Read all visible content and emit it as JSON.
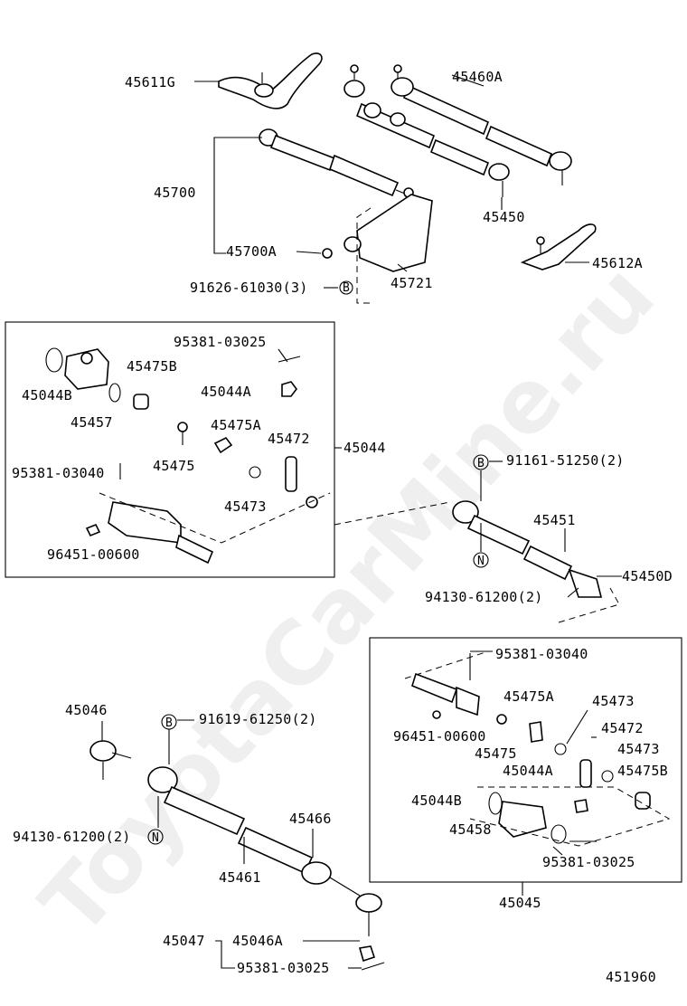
{
  "watermark": "ToyotaCarMine.ru",
  "diagram_id": "451960",
  "markers": {
    "b": "B",
    "n": "N"
  },
  "labels": {
    "p45611G": "45611G",
    "p45460A": "45460A",
    "p45700": "45700",
    "p45450": "45450",
    "p45700A": "45700A",
    "p45612A": "45612A",
    "p91626": "91626-61030(3)",
    "p45721": "45721",
    "p95381_03025_a": "95381-03025",
    "p45475B_a": "45475B",
    "p45044B_a": "45044B",
    "p45044A_a": "45044A",
    "p45457": "45457",
    "p45475A_a": "45475A",
    "p45472_a": "45472",
    "p45044": "45044",
    "p95381_03040_a": "95381-03040",
    "p45475_a": "45475",
    "p45473_a": "45473",
    "p96451_a": "96451-00600",
    "p91161": "91161-51250(2)",
    "p45451": "45451",
    "p45450D": "45450D",
    "p94130_a": "94130-61200(2)",
    "p95381_03040_b": "95381-03040",
    "p45046": "45046",
    "p91619": "91619-61250(2)",
    "p45475A_b": "45475A",
    "p45473_b": "45473",
    "p96451_b": "96451-00600",
    "p45472_b": "45472",
    "p45475_b": "45475",
    "p45473_c": "45473",
    "p45044A_b": "45044A",
    "p45475B_b": "45475B",
    "p45044B_b": "45044B",
    "p45458": "45458",
    "p94130_b": "94130-61200(2)",
    "p45466": "45466",
    "p45461": "45461",
    "p95381_03025_b": "95381-03025",
    "p45045": "45045",
    "p45047": "45047",
    "p45046A": "45046A",
    "p95381_03025_c": "95381-03025"
  }
}
